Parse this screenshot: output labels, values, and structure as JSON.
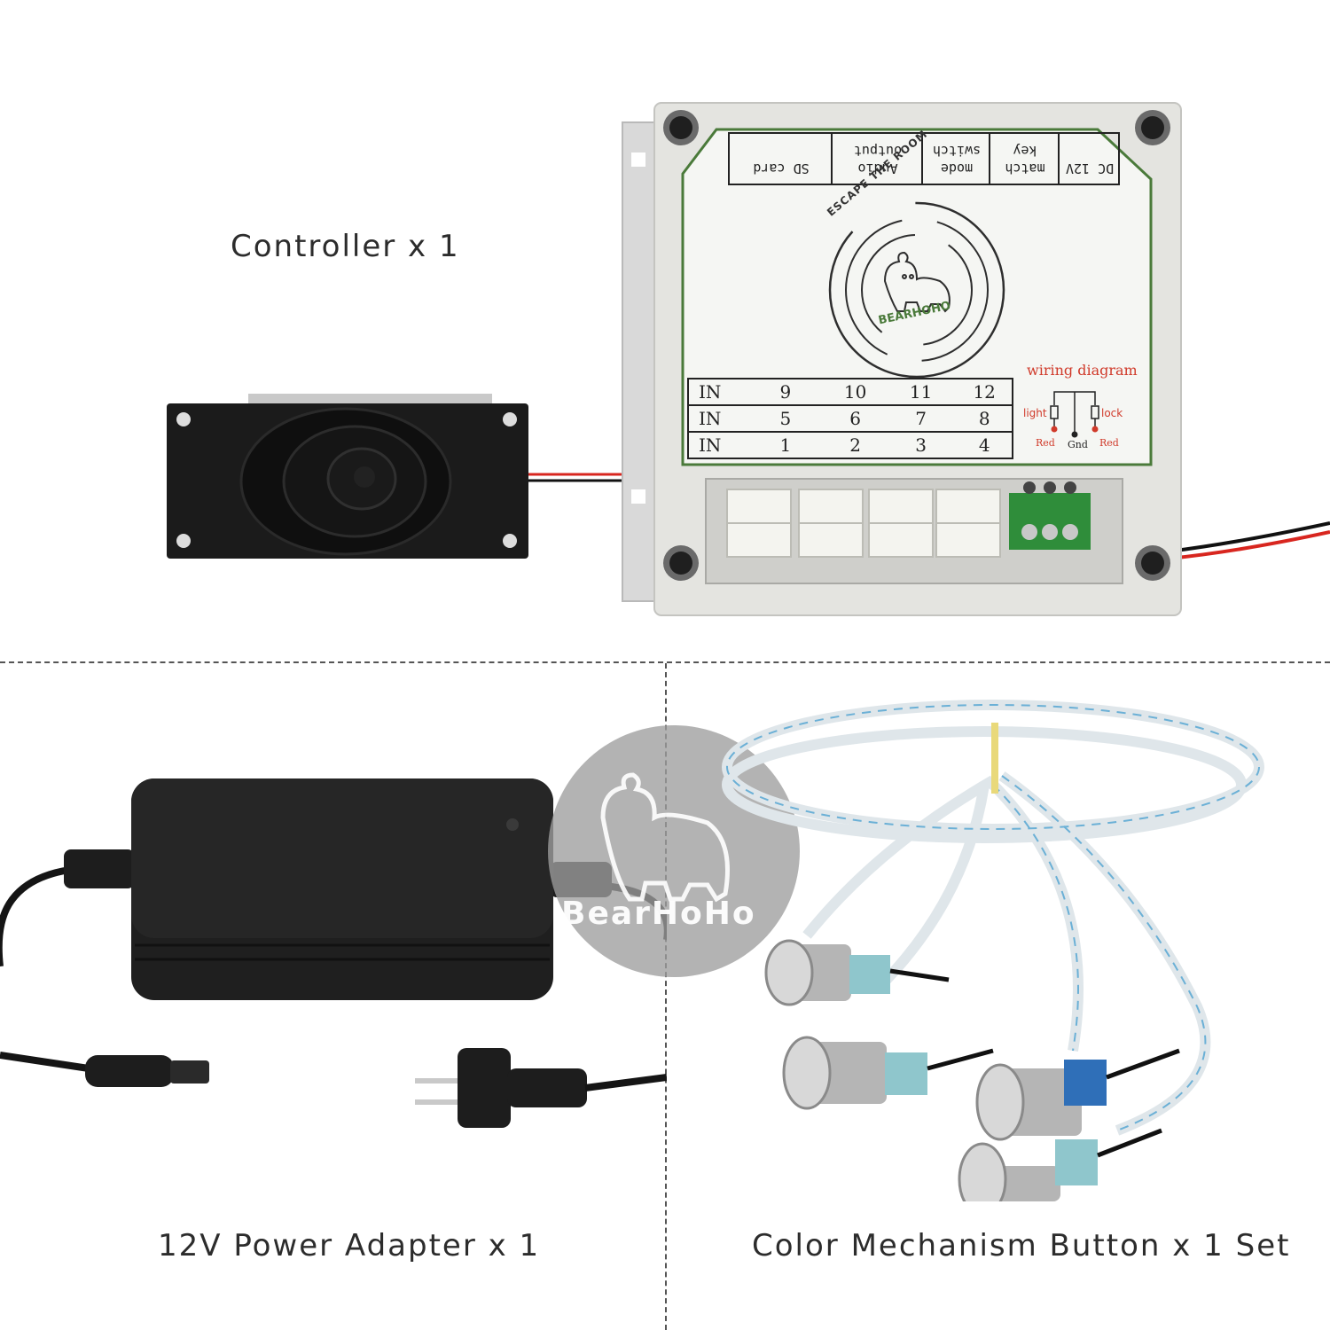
{
  "captions": {
    "controller": "Controller x 1",
    "power_adapter": "12V Power Adapter x 1",
    "buttons": "Color Mechanism Button x 1 Set"
  },
  "controller_panel": {
    "header_cells": [
      "DC 12V",
      "match key",
      "mode switch",
      "Audio output",
      "SD card"
    ],
    "logo_ring_text": "ESCAPE THE ROOM",
    "logo_brand": "BEARHOHO",
    "io_rows": [
      {
        "label": "IN",
        "values": [
          "9",
          "10",
          "11",
          "12"
        ]
      },
      {
        "label": "IN",
        "values": [
          "5",
          "6",
          "7",
          "8"
        ]
      },
      {
        "label": "IN",
        "values": [
          "1",
          "2",
          "3",
          "4"
        ]
      }
    ],
    "wiring": {
      "title": "wiring diagram",
      "light": "light",
      "lock": "lock",
      "red_left": "Red",
      "gnd": "Gnd",
      "red_right": "Red"
    }
  },
  "watermark": {
    "brand": "BearHoHo"
  },
  "colors": {
    "panel_green": "#4a7a3a",
    "wiring_red": "#d03a2a",
    "button_light_blue": "#8fc6cc",
    "button_blue": "#2f6fb8"
  }
}
